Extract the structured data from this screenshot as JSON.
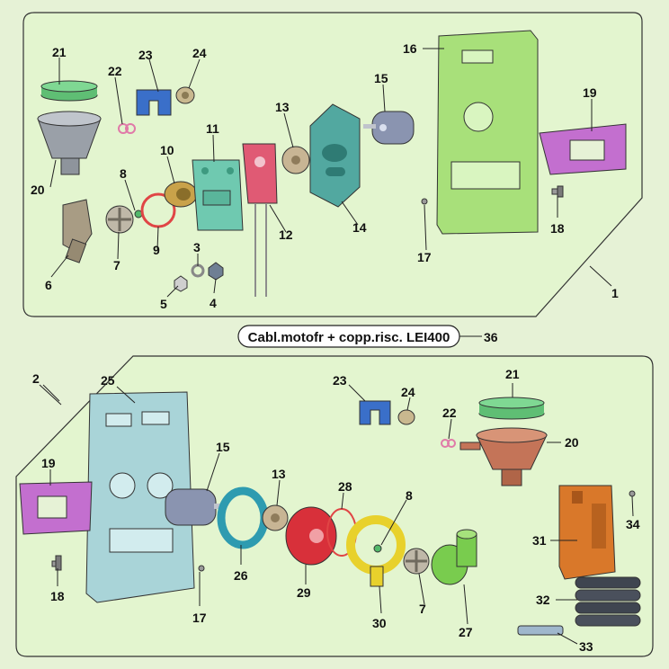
{
  "panel_top": {
    "assembly_number": "1",
    "parts": [
      "21",
      "22",
      "23",
      "24",
      "20",
      "8",
      "10",
      "11",
      "13",
      "12",
      "14",
      "15",
      "16",
      "19",
      "18",
      "17",
      "9",
      "7",
      "6",
      "3",
      "5",
      "4"
    ]
  },
  "callout": {
    "text": "Cabl.motofr + copp.risc. LEI400",
    "number": "36"
  },
  "panel_bottom": {
    "assembly_number": "2",
    "parts": [
      "25",
      "19",
      "15",
      "18",
      "17",
      "26",
      "13",
      "28",
      "29",
      "8",
      "30",
      "7",
      "27",
      "23",
      "24",
      "22",
      "21",
      "20",
      "31",
      "34",
      "32",
      "33"
    ]
  }
}
